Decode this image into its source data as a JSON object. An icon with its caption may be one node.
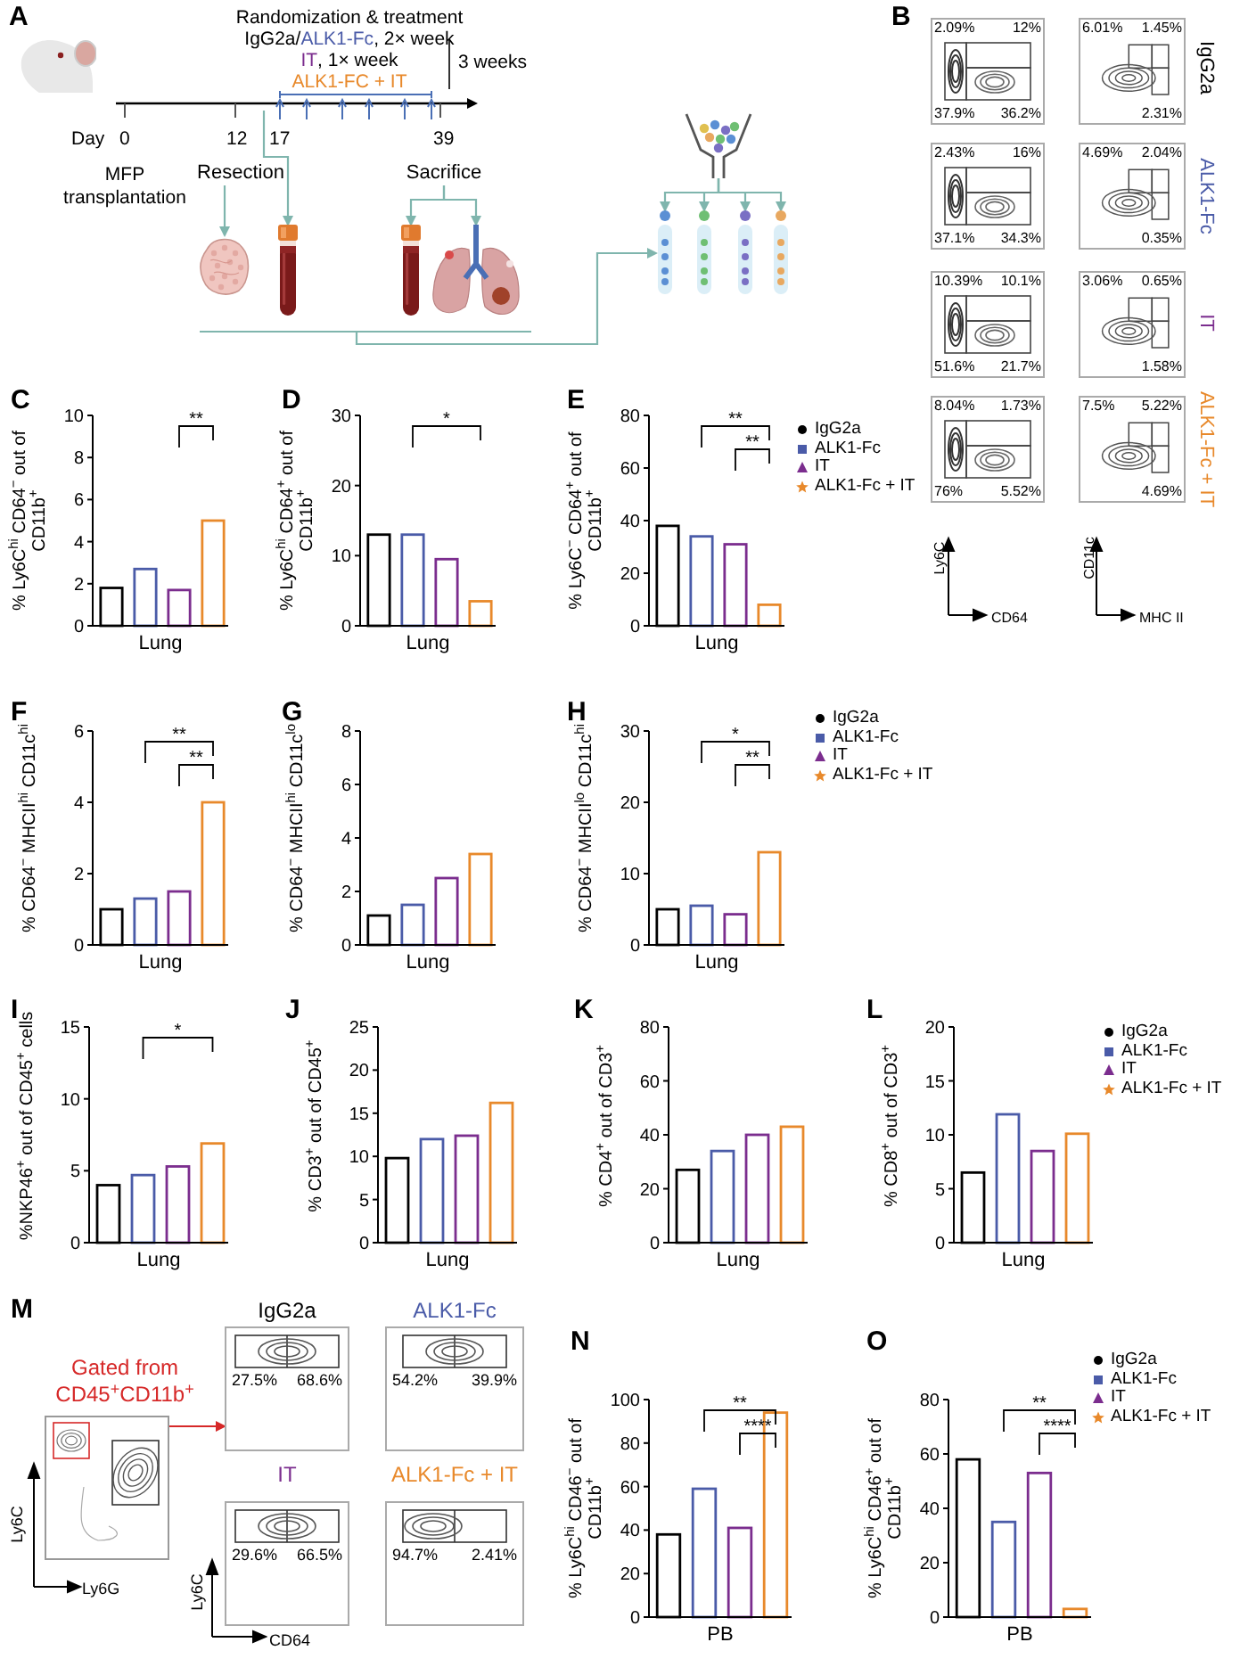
{
  "diagram": {
    "nodes": [
      {
        "text": [
          "Resection"
        ]
      },
      {
        "text": [
          "Sacrifice"
        ]
      },
      {
        "text": [],
        "shape": "picture"
      },
      {
        "text": [],
        "shape": "picture"
      },
      {
        "text": [],
        "shape": "picture"
      },
      {
        "text": [],
        "shape": "picture"
      },
      {
        "text": [],
        "shape": "picture"
      },
      {
        "text": [],
        "shape": "picture"
      },
      {
        "text": [],
        "shape": "picture"
      },
      {
        "text": [],
        "shape": "picture"
      },
      {
        "text": [],
        "shape": "picture"
      },
      {
        "text": [
          "2.09%",
          "12%",
          "37.9%",
          "36.2%"
        ]
      },
      {
        "text": [
          "6.01%",
          "1.45%",
          "2.31%"
        ]
      },
      {
        "text": [
          "2.43%",
          "16%",
          "37.1%",
          "34.3%"
        ]
      },
      {
        "text": [
          "4.69%",
          "2.04%",
          "0.35%"
        ]
      },
      {
        "text": [
          "10.39%",
          "10.1%",
          "51.6%",
          "21.7%"
        ]
      },
      {
        "text": [
          "3.06%",
          "0.65%",
          "1.58%"
        ]
      },
      {
        "text": [
          "8.04%",
          "1.73%",
          "76%",
          "5.52%"
        ]
      },
      {
        "text": [
          "7.5%",
          "5.22%",
          "4.69%"
        ]
      },
      {
        "text": [],
        "shape": "picture"
      },
      {
        "text": [
          "IgG2a",
          "27.5%",
          "68.6%"
        ]
      },
      {
        "text": [
          "ALK1-Fc",
          "54.2%",
          "39.9%"
        ]
      },
      {
        "text": [
          "IT",
          "29.6%",
          "66.5%"
        ]
      },
      {
        "text": [
          "ALK1-Fc + IT",
          "94.7%",
          "2.41%"
        ]
      }
    ],
    "edges": [
      {
        "from": 0,
        "to": 2,
        "arrow": "to"
      },
      {
        "from": null,
        "to": 3,
        "arrow": "to"
      },
      {
        "from": 1,
        "to": 4,
        "arrow": "to"
      },
      {
        "from": 1,
        "to": 5,
        "arrow": "to"
      },
      {
        "from": null,
        "to": 7,
        "arrow": "to"
      },
      {
        "from": 6,
        "to": 7,
        "arrow": "to"
      },
      {
        "from": 6,
        "to": 8,
        "arrow": "to"
      },
      {
        "from": 6,
        "to": 9,
        "arrow": "to"
      },
      {
        "from": 6,
        "to": 10,
        "arrow": "to"
      },
      {
        "from": 19,
        "to": 20,
        "arrow": "to",
        "label": "Gated from CD45$^{+}$CD11b$^{+}$",
        "color": "#d62828"
      }
    ],
    "labels": [
      "A",
      "Randomization & treatment",
      "IgG2a/",
      "ALK1-Fc",
      ", 2× week",
      "IT",
      ", 1× week",
      "ALK1-FC + IT",
      "3 weeks",
      "Day",
      "0",
      "12",
      "17",
      "39",
      "MFP transplantation",
      "B",
      "IgG2a",
      "ALK1-Fc",
      "IT",
      "ALK1-Fc + IT",
      "Ly6C",
      "CD64",
      "CD11c",
      "MHC II",
      "C",
      "D",
      "E",
      "F",
      "G",
      "H",
      "I",
      "J",
      "K",
      "L",
      "M",
      "Ly6C",
      "Ly6G",
      "Ly6C",
      "CD64",
      "N",
      "O"
    ],
    "legend": [
      {
        "text": "IgG2a"
      },
      {
        "text": "ALK1-Fc"
      },
      {
        "text": "IT"
      },
      {
        "text": "ALK1-Fc + IT"
      },
      {
        "text": "IgG2a"
      },
      {
        "text": "ALK1-Fc"
      },
      {
        "text": "IT"
      },
      {
        "text": "ALK1-Fc + IT"
      },
      {
        "text": "IgG2a"
      },
      {
        "text": "ALK1-Fc"
      },
      {
        "text": "IT"
      },
      {
        "text": "ALK1-Fc + IT"
      },
      {
        "text": "IgG2a"
      },
      {
        "text": "ALK1-Fc"
      },
      {
        "text": "IT"
      },
      {
        "text": "ALK1-Fc + IT"
      }
    ],
    "chart_data": [
      {
        "type": "bar",
        "ylabel": "% Ly6C$^{hi}$ CD64$^{−}$ out of CD11b$^{+}$",
        "categories": [
          "Lung"
        ],
        "ylim": [
          0,
          10
        ],
        "yticks": [
          0,
          2,
          4,
          6,
          8,
          10
        ],
        "series": [
          {
            "color": "#000000",
            "values": [
              1.8
            ]
          },
          {
            "color": "#4a5ba8",
            "values": [
              2.7
            ]
          },
          {
            "color": "#7b2d8e",
            "values": [
              1.7
            ]
          },
          {
            "color": "#e8892b",
            "values": [
              5.0
            ]
          }
        ],
        "annotations": [
          {
            "text": "**"
          }
        ]
      },
      {
        "type": "bar",
        "ylabel": "% Ly6C$^{hi}$ CD64$^{+}$ out of CD11b$^{+}$",
        "categories": [
          "Lung"
        ],
        "ylim": [
          0,
          30
        ],
        "yticks": [
          0,
          10,
          20,
          30
        ],
        "series": [
          {
            "color": "#000000",
            "values": [
              13
            ]
          },
          {
            "color": "#4a5ba8",
            "values": [
              13
            ]
          },
          {
            "color": "#7b2d8e",
            "values": [
              9.5
            ]
          },
          {
            "color": "#e8892b",
            "values": [
              3.5
            ]
          }
        ],
        "annotations": [
          {
            "text": "*"
          }
        ]
      },
      {
        "type": "bar",
        "ylabel": "% Ly6C$^{−}$ CD64$^{+}$ out of CD11b$^{+}$",
        "categories": [
          "Lung"
        ],
        "ylim": [
          0,
          80
        ],
        "yticks": [
          0,
          20,
          40,
          60,
          80
        ],
        "series": [
          {
            "color": "#000000",
            "values": [
              38
            ]
          },
          {
            "color": "#4a5ba8",
            "values": [
              34
            ]
          },
          {
            "color": "#7b2d8e",
            "values": [
              31
            ]
          },
          {
            "color": "#e8892b",
            "values": [
              8
            ]
          }
        ],
        "annotations": [
          {
            "text": "**"
          },
          {
            "text": "**"
          }
        ]
      },
      {
        "type": "bar",
        "ylabel": "% CD64$^{−}$ MHCII$^{hi}$ CD11c$^{hi}$",
        "categories": [
          "Lung"
        ],
        "ylim": [
          0,
          6
        ],
        "yticks": [
          0,
          2,
          4,
          6
        ],
        "series": [
          {
            "color": "#000000",
            "values": [
              1.0
            ]
          },
          {
            "color": "#4a5ba8",
            "values": [
              1.3
            ]
          },
          {
            "color": "#7b2d8e",
            "values": [
              1.5
            ]
          },
          {
            "color": "#e8892b",
            "values": [
              4.0
            ]
          }
        ],
        "annotations": [
          {
            "text": "**"
          },
          {
            "text": "**"
          }
        ]
      },
      {
        "type": "bar",
        "ylabel": "% CD64$^{−}$ MHCII$^{hi}$ CD11c$^{lo}$",
        "categories": [
          "Lung"
        ],
        "ylim": [
          0,
          8
        ],
        "yticks": [
          0,
          2,
          4,
          6,
          8
        ],
        "series": [
          {
            "color": "#000000",
            "values": [
              1.1
            ]
          },
          {
            "color": "#4a5ba8",
            "values": [
              1.5
            ]
          },
          {
            "color": "#7b2d8e",
            "values": [
              2.5
            ]
          },
          {
            "color": "#e8892b",
            "values": [
              3.4
            ]
          }
        ]
      },
      {
        "type": "bar",
        "ylabel": "% CD64$^{−}$ MHCII$^{lo}$ CD11c$^{hi}$",
        "categories": [
          "Lung"
        ],
        "ylim": [
          0,
          30
        ],
        "yticks": [
          0,
          10,
          20,
          30
        ],
        "series": [
          {
            "color": "#000000",
            "values": [
              5
            ]
          },
          {
            "color": "#4a5ba8",
            "values": [
              5.5
            ]
          },
          {
            "color": "#7b2d8e",
            "values": [
              4.3
            ]
          },
          {
            "color": "#e8892b",
            "values": [
              13
            ]
          }
        ],
        "annotations": [
          {
            "text": "*"
          },
          {
            "text": "**"
          }
        ]
      },
      {
        "type": "bar",
        "ylabel": "%NKP46$^{+}$ out of CD45$^{+}$ cells",
        "categories": [
          "Lung"
        ],
        "ylim": [
          0,
          15
        ],
        "yticks": [
          0,
          5,
          10,
          15
        ],
        "series": [
          {
            "color": "#000000",
            "values": [
              4.0
            ]
          },
          {
            "color": "#4a5ba8",
            "values": [
              4.7
            ]
          },
          {
            "color": "#7b2d8e",
            "values": [
              5.3
            ]
          },
          {
            "color": "#e8892b",
            "values": [
              6.9
            ]
          }
        ],
        "annotations": [
          {
            "text": "*"
          }
        ]
      },
      {
        "type": "bar",
        "ylabel": "% CD3$^{+}$ out of CD45$^{+}$",
        "categories": [
          "Lung"
        ],
        "ylim": [
          0,
          25
        ],
        "yticks": [
          0,
          5,
          10,
          15,
          20,
          25
        ],
        "series": [
          {
            "color": "#000000",
            "values": [
              9.8
            ]
          },
          {
            "color": "#4a5ba8",
            "values": [
              12
            ]
          },
          {
            "color": "#7b2d8e",
            "values": [
              12.4
            ]
          },
          {
            "color": "#e8892b",
            "values": [
              16.2
            ]
          }
        ]
      },
      {
        "type": "bar",
        "ylabel": "% CD4$^{+}$ out of CD3$^{+}$",
        "categories": [
          "Lung"
        ],
        "ylim": [
          0,
          80
        ],
        "yticks": [
          0,
          20,
          40,
          60,
          80
        ],
        "series": [
          {
            "color": "#000000",
            "values": [
              27
            ]
          },
          {
            "color": "#4a5ba8",
            "values": [
              34
            ]
          },
          {
            "color": "#7b2d8e",
            "values": [
              40
            ]
          },
          {
            "color": "#e8892b",
            "values": [
              43
            ]
          }
        ]
      },
      {
        "type": "bar",
        "ylabel": "% CD8$^{+}$ out of CD3$^{+}$",
        "categories": [
          "Lung"
        ],
        "ylim": [
          0,
          20
        ],
        "yticks": [
          0,
          5,
          10,
          15,
          20
        ],
        "series": [
          {
            "color": "#000000",
            "values": [
              6.5
            ]
          },
          {
            "color": "#4a5ba8",
            "values": [
              11.9
            ]
          },
          {
            "color": "#7b2d8e",
            "values": [
              8.5
            ]
          },
          {
            "color": "#e8892b",
            "values": [
              10.1
            ]
          }
        ]
      },
      {
        "type": "bar",
        "ylabel": "% Ly6C$^{hi}$ CD46$^{−}$ out of CD11b$^{+}$",
        "categories": [
          "PB"
        ],
        "ylim": [
          0,
          100
        ],
        "yticks": [
          0,
          20,
          40,
          60,
          80,
          100
        ],
        "series": [
          {
            "color": "#000000",
            "values": [
              38
            ]
          },
          {
            "color": "#4a5ba8",
            "values": [
              59
            ]
          },
          {
            "color": "#7b2d8e",
            "values": [
              41
            ]
          },
          {
            "color": "#e8892b",
            "values": [
              94
            ]
          }
        ],
        "annotations": [
          {
            "text": "**"
          },
          {
            "text": "****"
          }
        ]
      },
      {
        "type": "bar",
        "ylabel": "% Ly6C$^{hi}$ CD46$^{+}$ out of CD11b$^{+}$",
        "categories": [
          "PB"
        ],
        "ylim": [
          0,
          80
        ],
        "yticks": [
          0,
          20,
          40,
          60,
          80
        ],
        "series": [
          {
            "color": "#000000",
            "values": [
              58
            ]
          },
          {
            "color": "#4a5ba8",
            "values": [
              35
            ]
          },
          {
            "color": "#7b2d8e",
            "values": [
              53
            ]
          },
          {
            "color": "#e8892b",
            "values": [
              3
            ]
          }
        ],
        "annotations": [
          {
            "text": "**"
          },
          {
            "text": "****"
          }
        ]
      }
    ]
  }
}
